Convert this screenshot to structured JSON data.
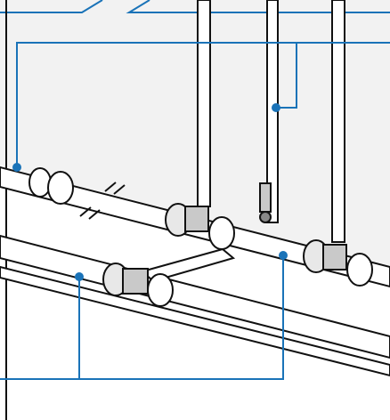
{
  "figure": {
    "description_labels": [],
    "colors": {
      "wall": "#f2f2f2",
      "callout": "#1a73b8",
      "outline": "#111111",
      "pipe_fill": "#ffffff",
      "fitting_shadow": "#c9c9c9"
    },
    "callouts": [
      {
        "id": "upper-left-pipe-callout",
        "target": "upper-left-pipe"
      },
      {
        "id": "vertical-drop-callout",
        "target": "vertical-drop-pipe"
      },
      {
        "id": "lower-pipes-callout",
        "target": "lower-pipes"
      }
    ],
    "icons": [
      "break-mark-icon",
      "bracket-icon"
    ]
  }
}
